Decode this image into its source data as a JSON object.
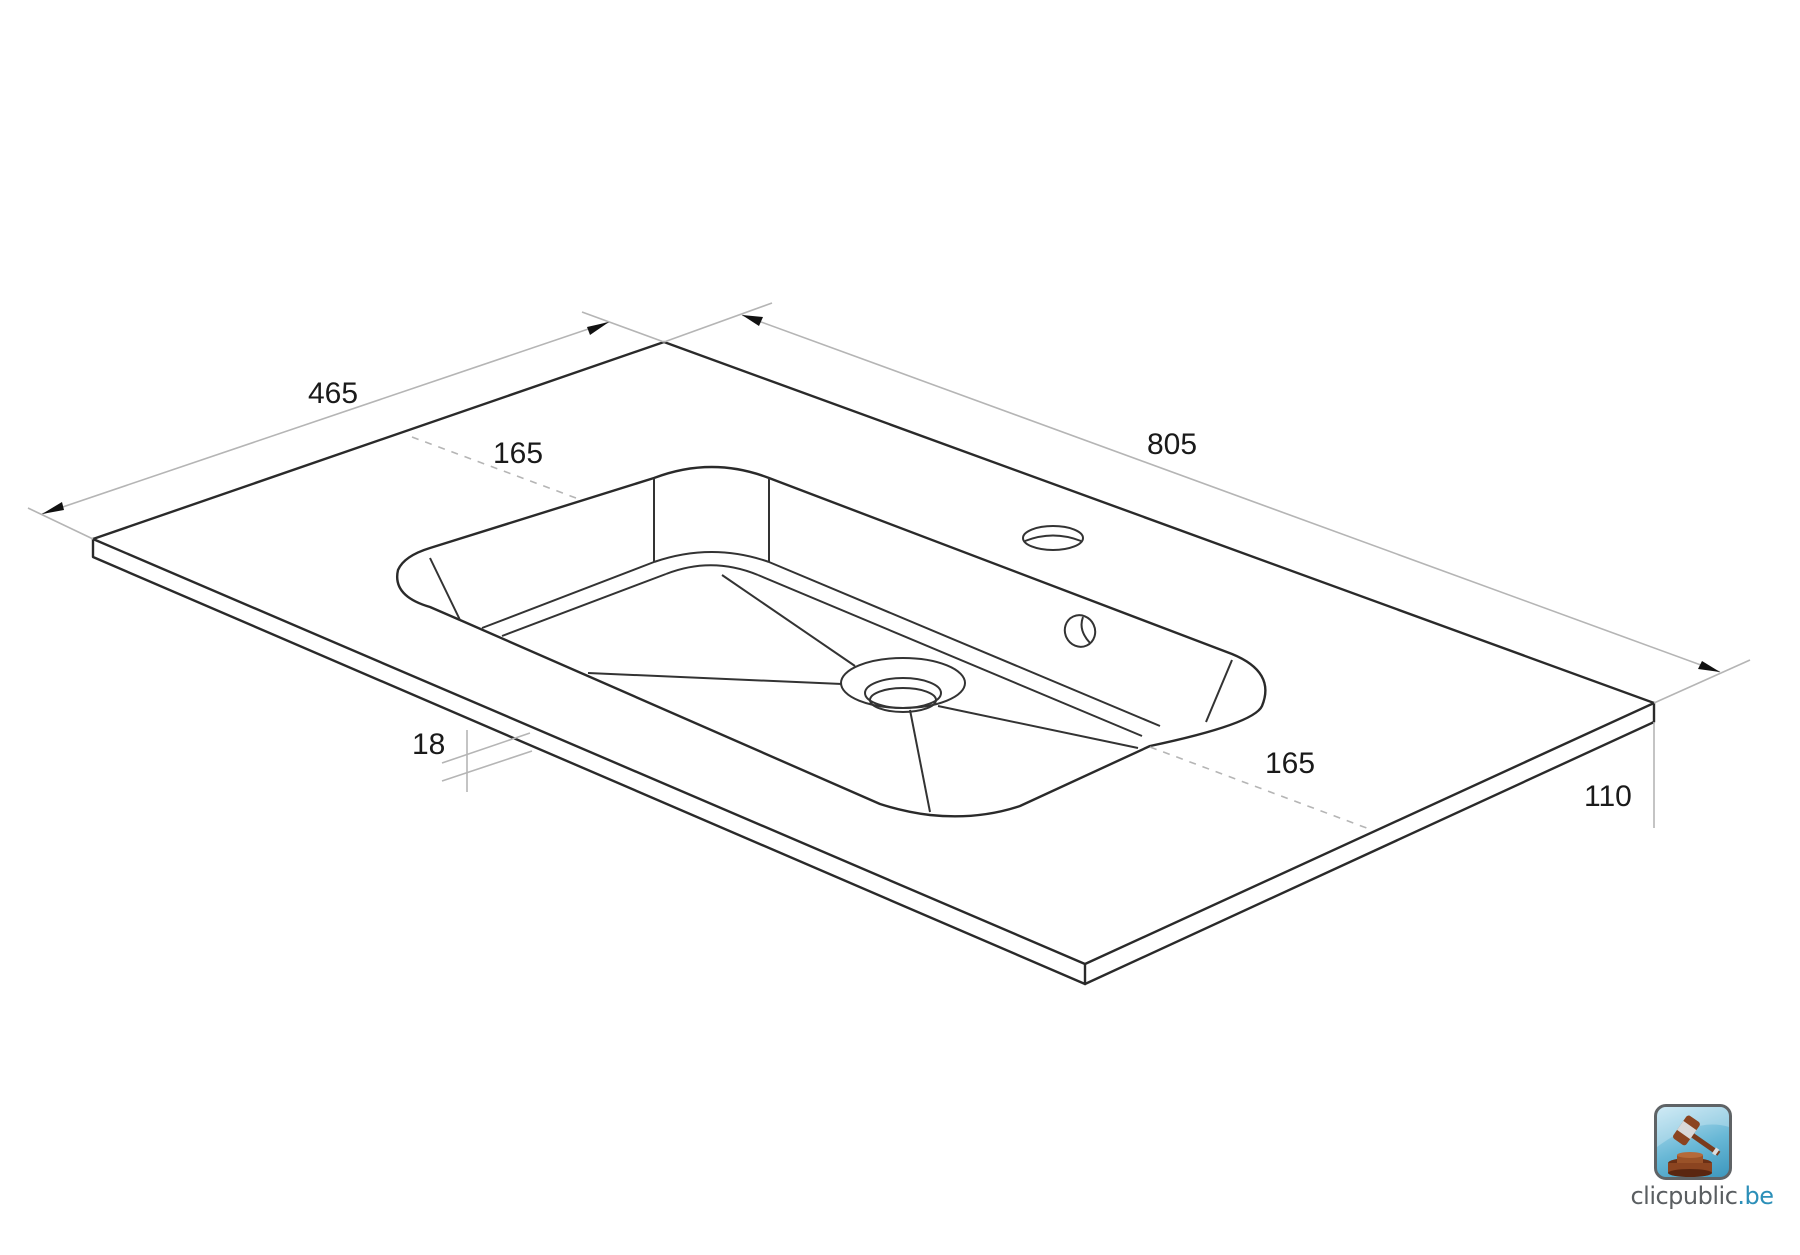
{
  "drawing": {
    "subject": "vanity top washbasin isometric technical drawing",
    "dimensions": {
      "depth": "465",
      "width": "805",
      "basin_offset_back": "165",
      "basin_offset_front": "165",
      "slab_thickness": "18",
      "total_height": "110"
    },
    "colors": {
      "line": "#2a2a2a",
      "dimension_line": "#b5b5b5",
      "background": "#ffffff"
    }
  },
  "watermark": {
    "brand": "clicpublic",
    "tld": ".be",
    "icon": "auction-gavel-icon",
    "colors": {
      "text": "#5a5e61",
      "tld": "#2c8fb8",
      "icon_bg": "#69b8d6",
      "gavel": "#7a3b1c"
    }
  }
}
